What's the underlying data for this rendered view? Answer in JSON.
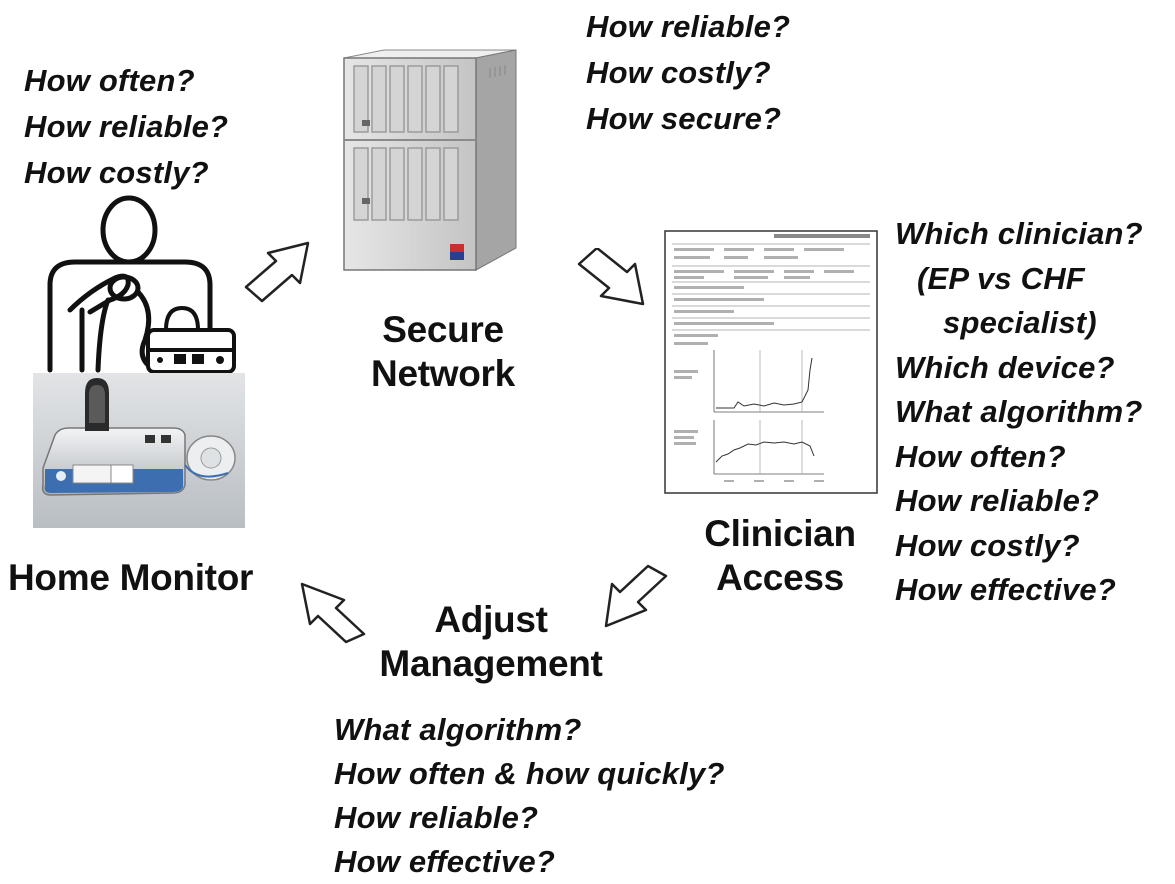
{
  "home_monitor": {
    "label": "Home Monitor",
    "questions": [
      "How often?",
      "How reliable?",
      "How costly?"
    ]
  },
  "secure_network": {
    "label_line1": "Secure",
    "label_line2": "Network",
    "questions": [
      "How reliable?",
      "How costly?",
      "How secure?"
    ]
  },
  "clinician_access": {
    "label_line1": "Clinician",
    "label_line2": "Access",
    "questions": [
      "Which clinician?",
      "(EP vs CHF",
      "specialist)",
      "Which device?",
      "What algorithm?",
      "How often?",
      "How reliable?",
      "How costly?",
      "How effective?"
    ]
  },
  "adjust_management": {
    "label_line1": "Adjust",
    "label_line2": "Management",
    "questions": [
      "What algorithm?",
      "How often & how quickly?",
      "How reliable?",
      "How effective?"
    ]
  },
  "colors": {
    "server_body": "#d8d8d8",
    "server_shade": "#9a9a9a",
    "photo_bg": "#cfd3d6",
    "device_blue": "#3d6fb0",
    "logo_red": "#c83030",
    "logo_blue": "#2a3f8f"
  },
  "icons": [
    "person-icon",
    "server-icon",
    "report-document-icon",
    "home-monitor-photo",
    "flow-arrow-icon"
  ]
}
